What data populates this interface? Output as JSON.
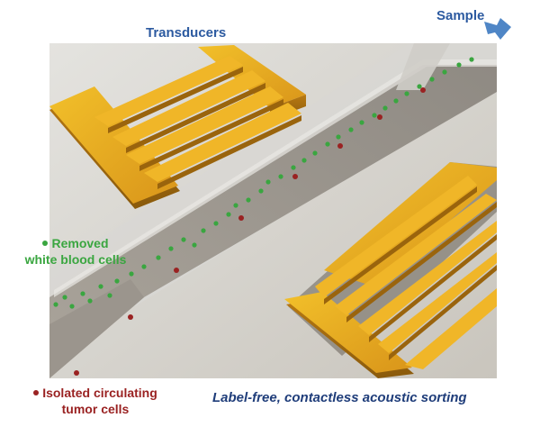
{
  "labels": {
    "transducers": "Transducers",
    "sample": "Sample",
    "white_blood_cells_line1": "Removed",
    "white_blood_cells_line2": "white blood cells",
    "tumor_cells_line1": "Isolated circulating",
    "tumor_cells_line2": "tumor cells",
    "caption": "Label-free, contactless acoustic sorting"
  },
  "colors": {
    "label_blue": "#2c5aa0",
    "white_blood_cell_green": "#3aa640",
    "tumor_cell_red": "#9a2222",
    "transducer_gold": "#e0a020",
    "arrow_blue": "#4f86c6"
  },
  "icons": {
    "sample_arrow": "arrow-down-left-icon"
  }
}
